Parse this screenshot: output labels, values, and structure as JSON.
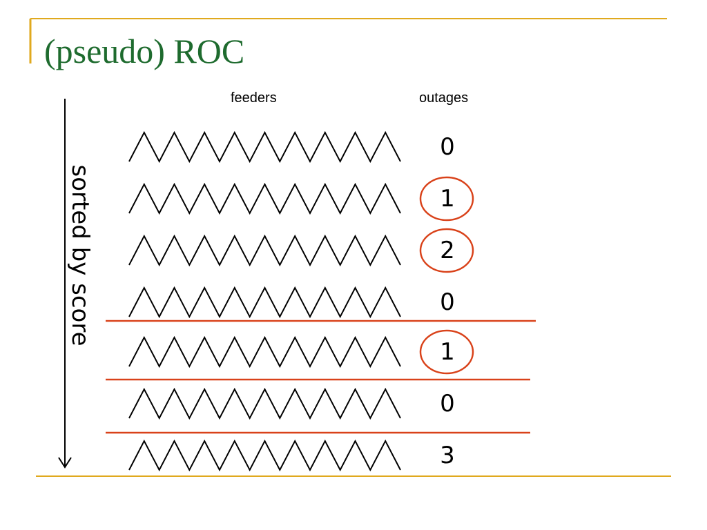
{
  "slide": {
    "title": "(pseudo) ROC",
    "feeders_header": "feeders",
    "outages_header": "outages",
    "side_label": "sorted by score"
  },
  "rows": [
    {
      "outages": "0",
      "circled": false
    },
    {
      "outages": "1",
      "circled": true
    },
    {
      "outages": "2",
      "circled": true
    },
    {
      "outages": "0",
      "circled": false
    },
    {
      "outages": "1",
      "circled": true
    },
    {
      "outages": "0",
      "circled": false
    },
    {
      "outages": "3",
      "circled": false
    }
  ],
  "threshold_lines_after_rows": [
    4,
    5,
    6
  ],
  "colors": {
    "title": "#1e6b2e",
    "frame_lines": "#e0a91e",
    "highlight": "#d9421a",
    "ink": "#000000"
  },
  "icons": {
    "feeder": "zigzag-icon",
    "sort_arrow": "arrow-down-icon"
  }
}
